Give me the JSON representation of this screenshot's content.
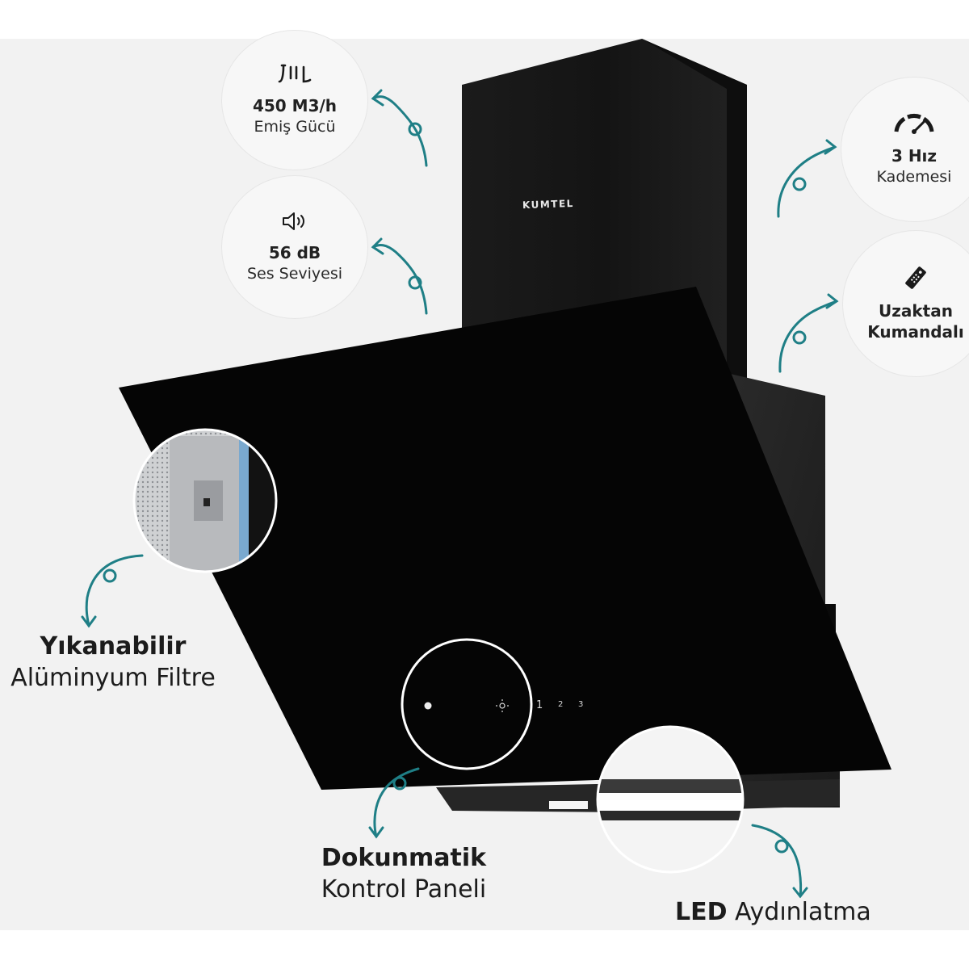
{
  "brand": "KUMTEL",
  "accent_color": "#1f7f86",
  "features_top": [
    {
      "id": "suction",
      "icon": "airflow-icon",
      "value": "450 M3/h",
      "label": "Emiş Gücü"
    },
    {
      "id": "sound",
      "icon": "speaker-icon",
      "value": "56 dB",
      "label": "Ses Seviyesi"
    },
    {
      "id": "speed",
      "icon": "speedometer-icon",
      "value": "3 Hız",
      "label": "Kademesi"
    },
    {
      "id": "remote",
      "icon": "remote-control-icon",
      "value": "Uzaktan",
      "label": "Kumandalı"
    }
  ],
  "filter_label": {
    "line1": "Yıkanabilir",
    "line2": "Alüminyum Filtre"
  },
  "touch_label": {
    "line1": "Dokunmatik",
    "line2": "Kontrol Paneli"
  },
  "led_label": {
    "bold": "LED",
    "rest": " Aydınlatma"
  },
  "control_panel": {
    "speed1": "1",
    "speed2": "2",
    "speed3": "3"
  }
}
